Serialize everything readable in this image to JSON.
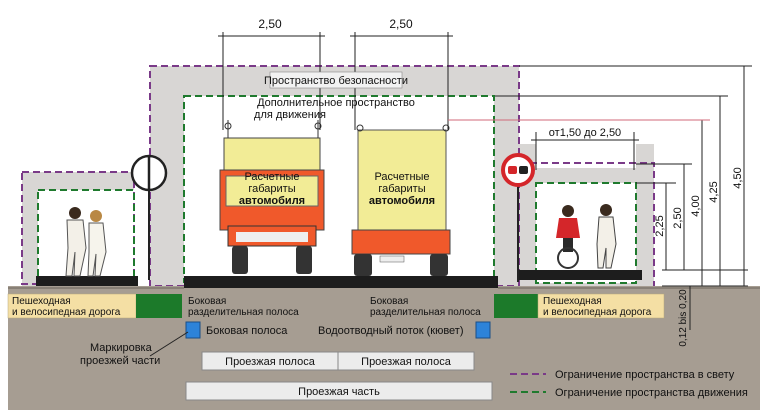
{
  "dimensions": {
    "lane_width_left": "2,50",
    "lane_width_right": "2,50",
    "sidewalk_width_range": "от1,50 до 2,50",
    "curb_height": "0,12 bis 0,20",
    "height_1": "2,25",
    "height_2": "2,50",
    "height_3": "4,00",
    "height_4": "4,25",
    "height_5": "4,50"
  },
  "labels": {
    "safety_space": "Пространство безопасности",
    "additional_space_line1": "Дополнительное пространство",
    "additional_space_line2": "для движения",
    "vehicle_dims_left_1": "Расчетные",
    "vehicle_dims_left_2": "габариты",
    "vehicle_dims_left_3": "автомобиля",
    "vehicle_dims_right_1": "Расчетные",
    "vehicle_dims_right_2": "габариты",
    "vehicle_dims_right_3": "автомобиля",
    "pedestrian_left_1": "Пешеходная",
    "pedestrian_left_2": "и велосипедная дорога",
    "pedestrian_right_1": "Пешеходная",
    "pedestrian_right_2": "и велосипедная дорога",
    "side_divider_left_1": "Боковая",
    "side_divider_left_2": "разделительная полоса",
    "side_divider_right_1": "Боковая",
    "side_divider_right_2": "разделительная полоса",
    "side_lane": "Боковая полоса",
    "drainage": "Водоотводный поток (кювет)",
    "marking_1": "Маркировка",
    "marking_2": "проезжей части",
    "lane_left": "Проезжая полоса",
    "lane_right": "Проезжая полоса",
    "carriageway": "Проезжая часть"
  },
  "legend": [
    {
      "label": "Ограничение пространства в свету",
      "color": "#7a3a88"
    },
    {
      "label": "Ограничение пространства движения",
      "color": "#1f7a2e"
    }
  ],
  "colors": {
    "safety_zone": "#d6d4d2",
    "ground": "#a69d92",
    "road": "#202020",
    "pedestrian": "#f4dfa4",
    "divider_green": "#1c7a2a",
    "side_lane_blue": "#2d83d9",
    "truck_cab": "#f2ec96",
    "truck_body": "#f0592b"
  }
}
